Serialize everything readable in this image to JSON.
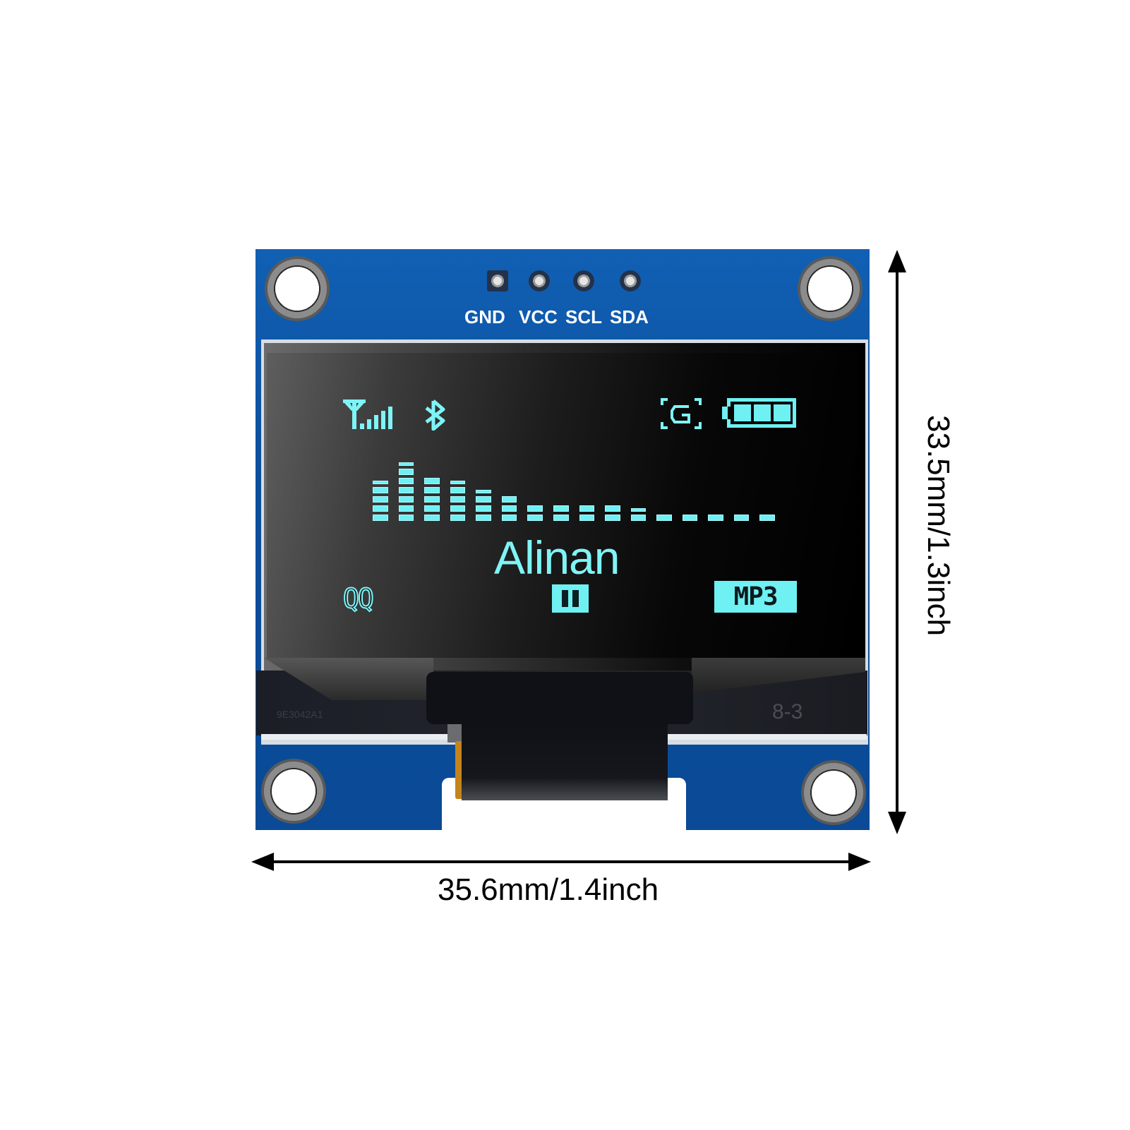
{
  "product": {
    "type": "OLED display module",
    "pcb_color": "#0d4f9e",
    "oled_color": "#7ff4f6"
  },
  "header_pins": [
    {
      "label": "GND"
    },
    {
      "label": "VCC"
    },
    {
      "label": "SCL"
    },
    {
      "label": "SDA"
    }
  ],
  "screen": {
    "status_icons": [
      "signal-antenna-icon",
      "bluetooth-icon",
      "gps-g-icon",
      "battery-full-icon"
    ],
    "equalizer": {
      "columns": 16,
      "segments": [
        4,
        6,
        5,
        4,
        3,
        3,
        2,
        2,
        2,
        2,
        1,
        1,
        1,
        1,
        1,
        1
      ],
      "caps": [
        1,
        1,
        0,
        1,
        1,
        0,
        0,
        0,
        0,
        0,
        1,
        0,
        0,
        0,
        0,
        0
      ]
    },
    "brand_text": "Alinan",
    "bottom_left_text": "QQ",
    "pause_icon": "pause-icon",
    "bottom_right_text": "MP3"
  },
  "glass_markings": {
    "left_code": "9E3042A1",
    "right_code": "8-3"
  },
  "dimensions": {
    "width_label": "35.6mm/1.4inch",
    "height_label": "33.5mm/1.3inch"
  }
}
